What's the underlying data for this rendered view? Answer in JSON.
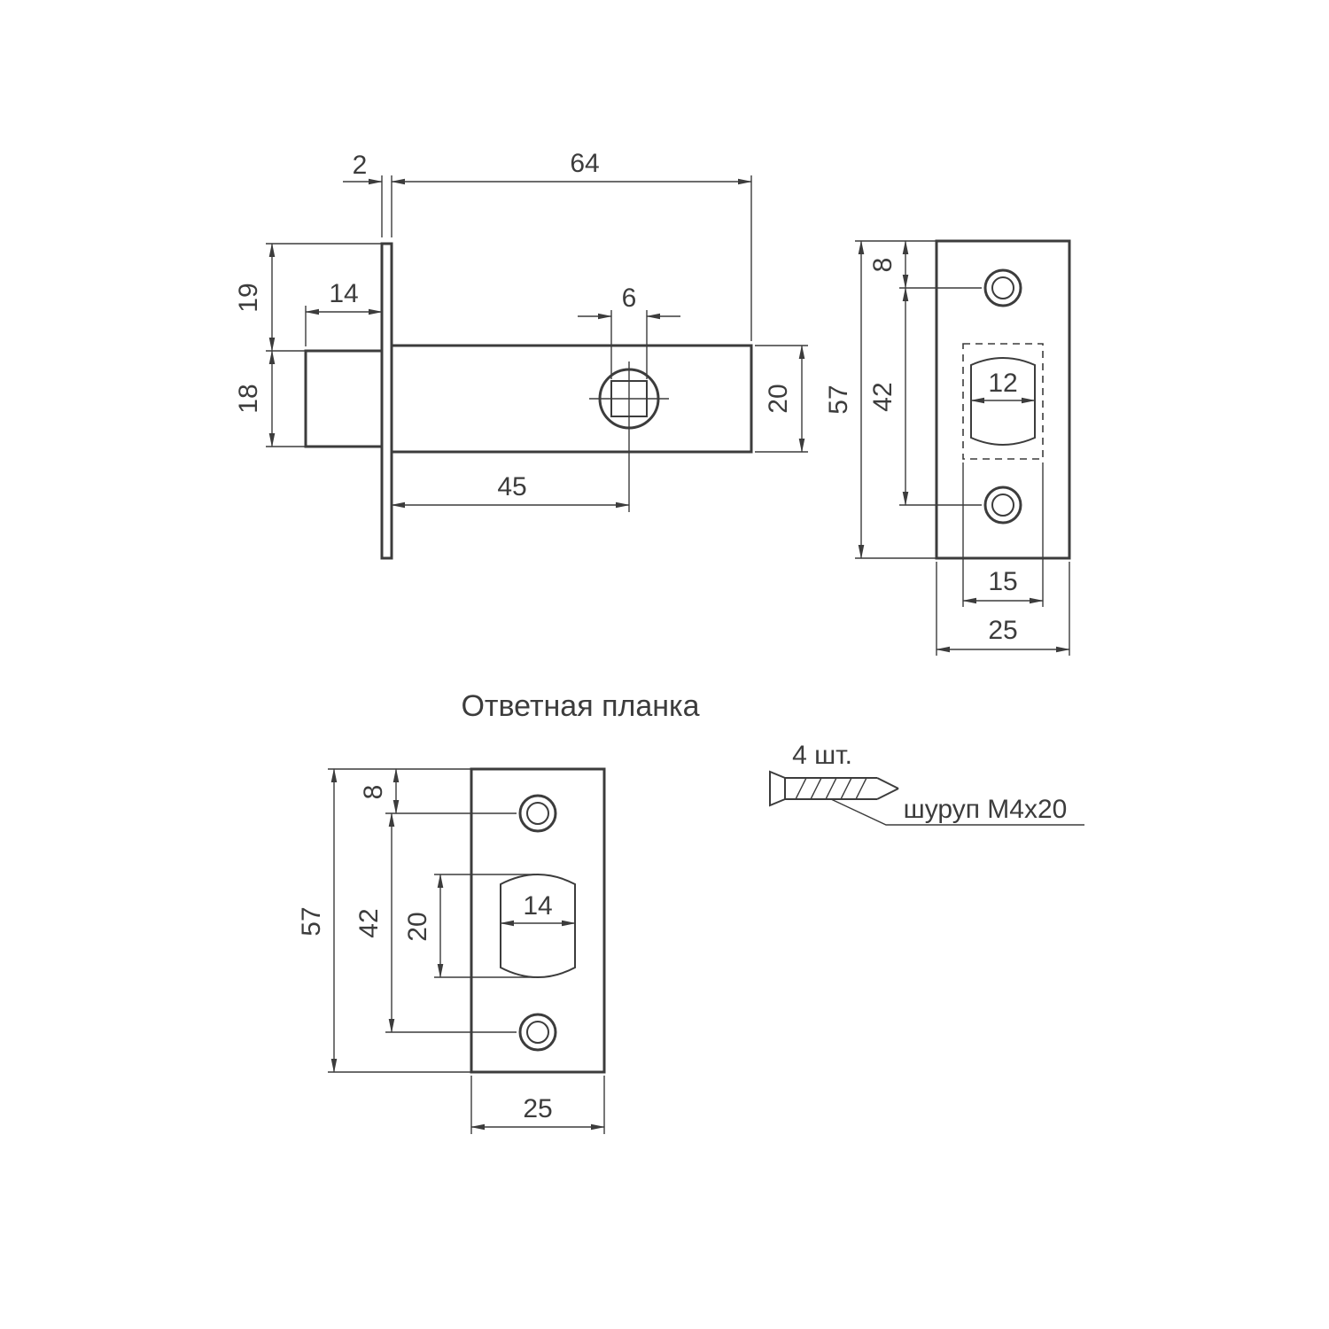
{
  "latch_side": {
    "dim_thickness": "2",
    "dim_length": "64",
    "dim_top_offset": "19",
    "dim_bolt_length": "14",
    "dim_bolt_height": "18",
    "dim_square": "6",
    "dim_body_height": "20",
    "dim_backset": "45"
  },
  "faceplate": {
    "dim_hole_offset": "8",
    "dim_height": "57",
    "dim_hole_spacing": "42",
    "dim_cutout_width": "12",
    "dim_cutout_zone": "15",
    "dim_width": "25"
  },
  "strike": {
    "title": "Ответная планка",
    "dim_hole_offset": "8",
    "dim_height": "57",
    "dim_hole_spacing": "42",
    "dim_cutout_height": "20",
    "dim_cutout_width": "14",
    "dim_width": "25"
  },
  "screw": {
    "quantity": "4 шт.",
    "label": "шуруп М4х20"
  }
}
